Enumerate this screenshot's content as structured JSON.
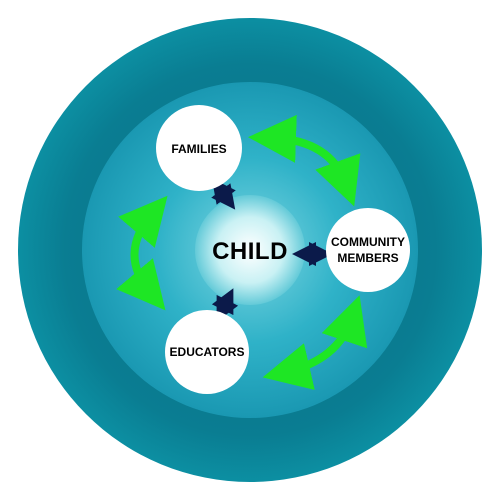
{
  "labels": {
    "center": "CHILD",
    "families": "FAMILIES",
    "community_line1": "COMMUNITY",
    "community_line2": "MEMBERS",
    "educators": "EDUCATORS"
  },
  "colors": {
    "outer_ring": "#0a8296",
    "inner_ring": "#1aa6bc",
    "center_glow": "#e9fbfc",
    "node_fill": "#ffffff",
    "relation_arrow": "#1ee624",
    "link_arrow": "#0b1a4a",
    "text": "#000000"
  },
  "icons": {
    "relation_arrow": "curved-double-headed-arrow",
    "link_arrow": "straight-double-headed-arrow"
  }
}
